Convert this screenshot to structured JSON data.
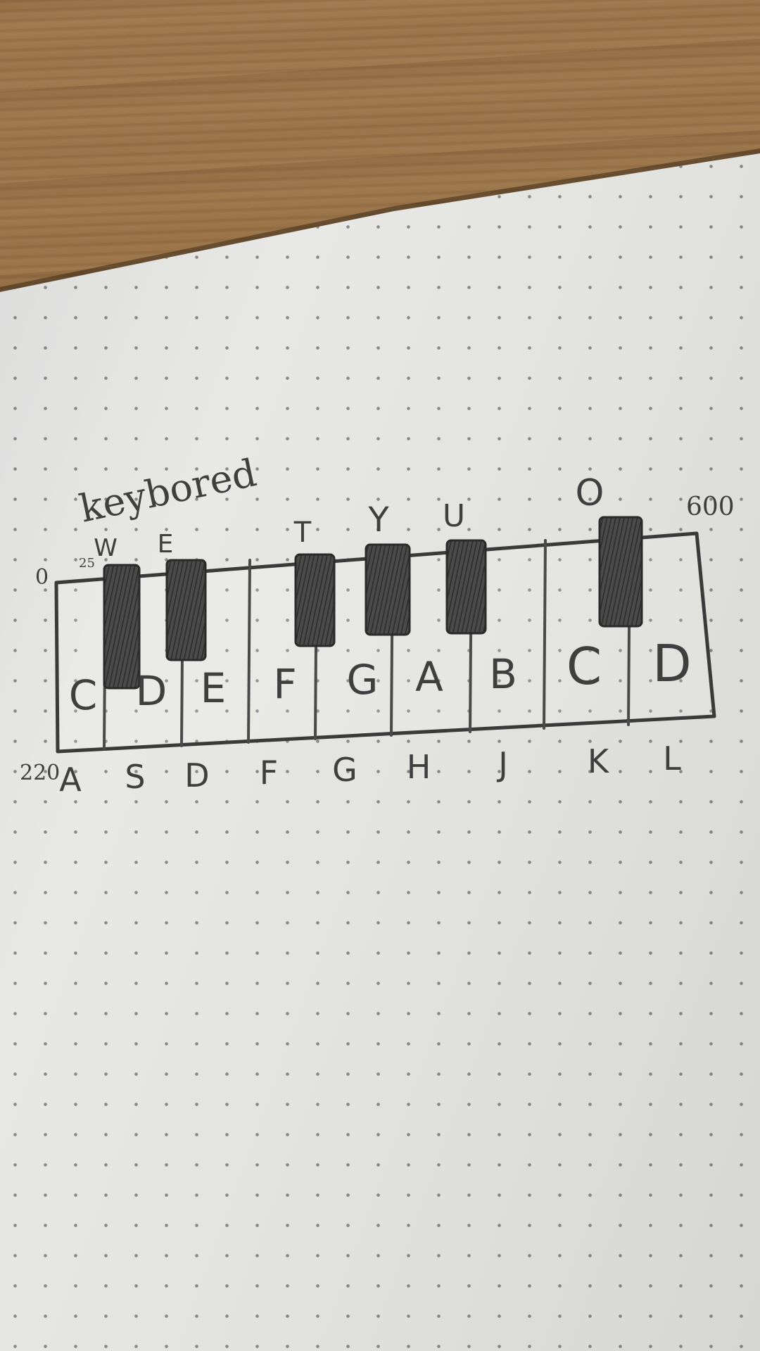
{
  "sketch": {
    "title": "keybored",
    "range_start": "0",
    "range_end": "600",
    "height_label": "220",
    "small_label": "25",
    "white_keys": [
      {
        "note": "C",
        "shortcut": "A"
      },
      {
        "note": "D",
        "shortcut": "S"
      },
      {
        "note": "E",
        "shortcut": "D"
      },
      {
        "note": "F",
        "shortcut": "F"
      },
      {
        "note": "G",
        "shortcut": "G"
      },
      {
        "note": "A",
        "shortcut": "H"
      },
      {
        "note": "B",
        "shortcut": "J"
      },
      {
        "note": "C",
        "shortcut": "K"
      },
      {
        "note": "D",
        "shortcut": "L"
      }
    ],
    "black_keys": [
      {
        "shortcut": "W"
      },
      {
        "shortcut": "E"
      },
      {
        "shortcut": "T"
      },
      {
        "shortcut": "Y"
      },
      {
        "shortcut": "U"
      },
      {
        "shortcut": "O"
      }
    ]
  },
  "colors": {
    "pencil": "#3f3f3f",
    "paper": "#e4e4e2",
    "table": "#9c7448"
  }
}
